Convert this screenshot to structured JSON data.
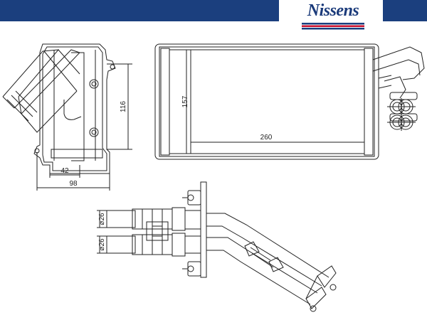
{
  "brand": {
    "name": "Nissens",
    "colors": {
      "primary": "#1b3f7e",
      "stripe_red": "#c8102e"
    }
  },
  "dimensions": {
    "height_front": "157",
    "width_front": "260",
    "height_side": "116",
    "depth_core": "42",
    "depth_total": "98",
    "pipe_upper": "⌀26",
    "pipe_lower": "⌀26"
  }
}
